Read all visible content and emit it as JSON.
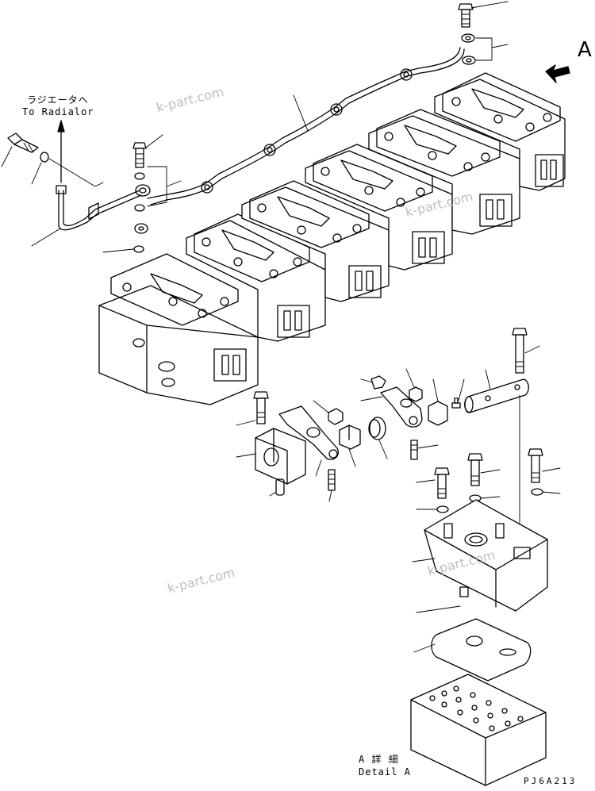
{
  "labels": {
    "radiator_jp": "ラジエータへ",
    "radiator_en": "To Radialor",
    "view_letter": "A",
    "detail_jp": "A 詳 細",
    "detail_en": "Detail A",
    "drawing_code": "PJ6A213"
  },
  "watermarks": [
    "k-part.com",
    "k-part.com",
    "k-part.com",
    "k-part.com"
  ],
  "icons": {
    "view_arrow": "bold-arrow-icon",
    "flow_arrow": "arrow-up-icon"
  }
}
